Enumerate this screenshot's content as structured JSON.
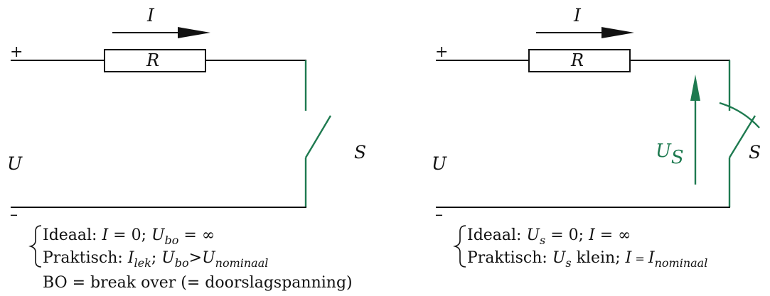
{
  "colors": {
    "wire": "#111111",
    "switch": "#1e7a50",
    "background": "#ffffff"
  },
  "left": {
    "current": "I",
    "resistor": "R",
    "plus": "+",
    "minus": "–",
    "voltage": "U",
    "switch": "S",
    "ideal": {
      "label": "Ideaal: ",
      "i": "I",
      "eq1": " = 0; ",
      "u": "U",
      "u_sub": "bo",
      "eq2": " = ∞"
    },
    "practical": {
      "label": "Praktisch: ",
      "i": "I",
      "i_sub": "lek",
      "sep": ";  ",
      "u": "U",
      "u_sub": "bo",
      "gt": ">",
      "u2": "U",
      "u2_sub": "nominaal"
    },
    "bo_note": "BO = break over (= doorslagspanning)"
  },
  "right": {
    "current": "I",
    "resistor": "R",
    "plus": "+",
    "minus": "–",
    "voltage": "U",
    "switch": "S",
    "switch_voltage": "U",
    "switch_voltage_sub": "S",
    "ideal": {
      "label": "Ideaal: ",
      "u": "U",
      "u_sub": "s",
      "eq1": " = 0;  ",
      "i": "I",
      "eq2": " = ∞"
    },
    "practical": {
      "label": "Praktisch: ",
      "u": "U",
      "u_sub": "s",
      "klein": " klein;  ",
      "i": "I",
      "eq": " = ",
      "i2": "I",
      "i2_sub": "nominaal"
    }
  }
}
